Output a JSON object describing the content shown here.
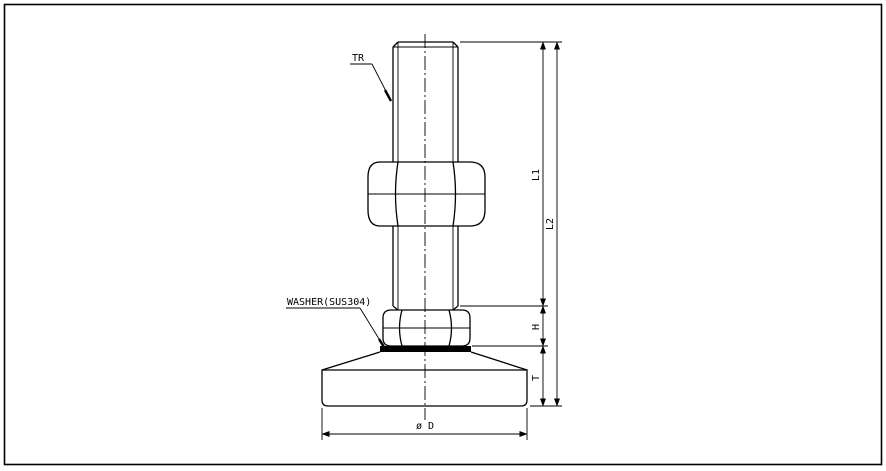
{
  "labels": {
    "thread": "TR",
    "washer": "WASHER(SUS304)",
    "dim_l1": "L1",
    "dim_l2": "L2",
    "dim_h": "H",
    "dim_t": "T",
    "dim_d": "ø D"
  }
}
